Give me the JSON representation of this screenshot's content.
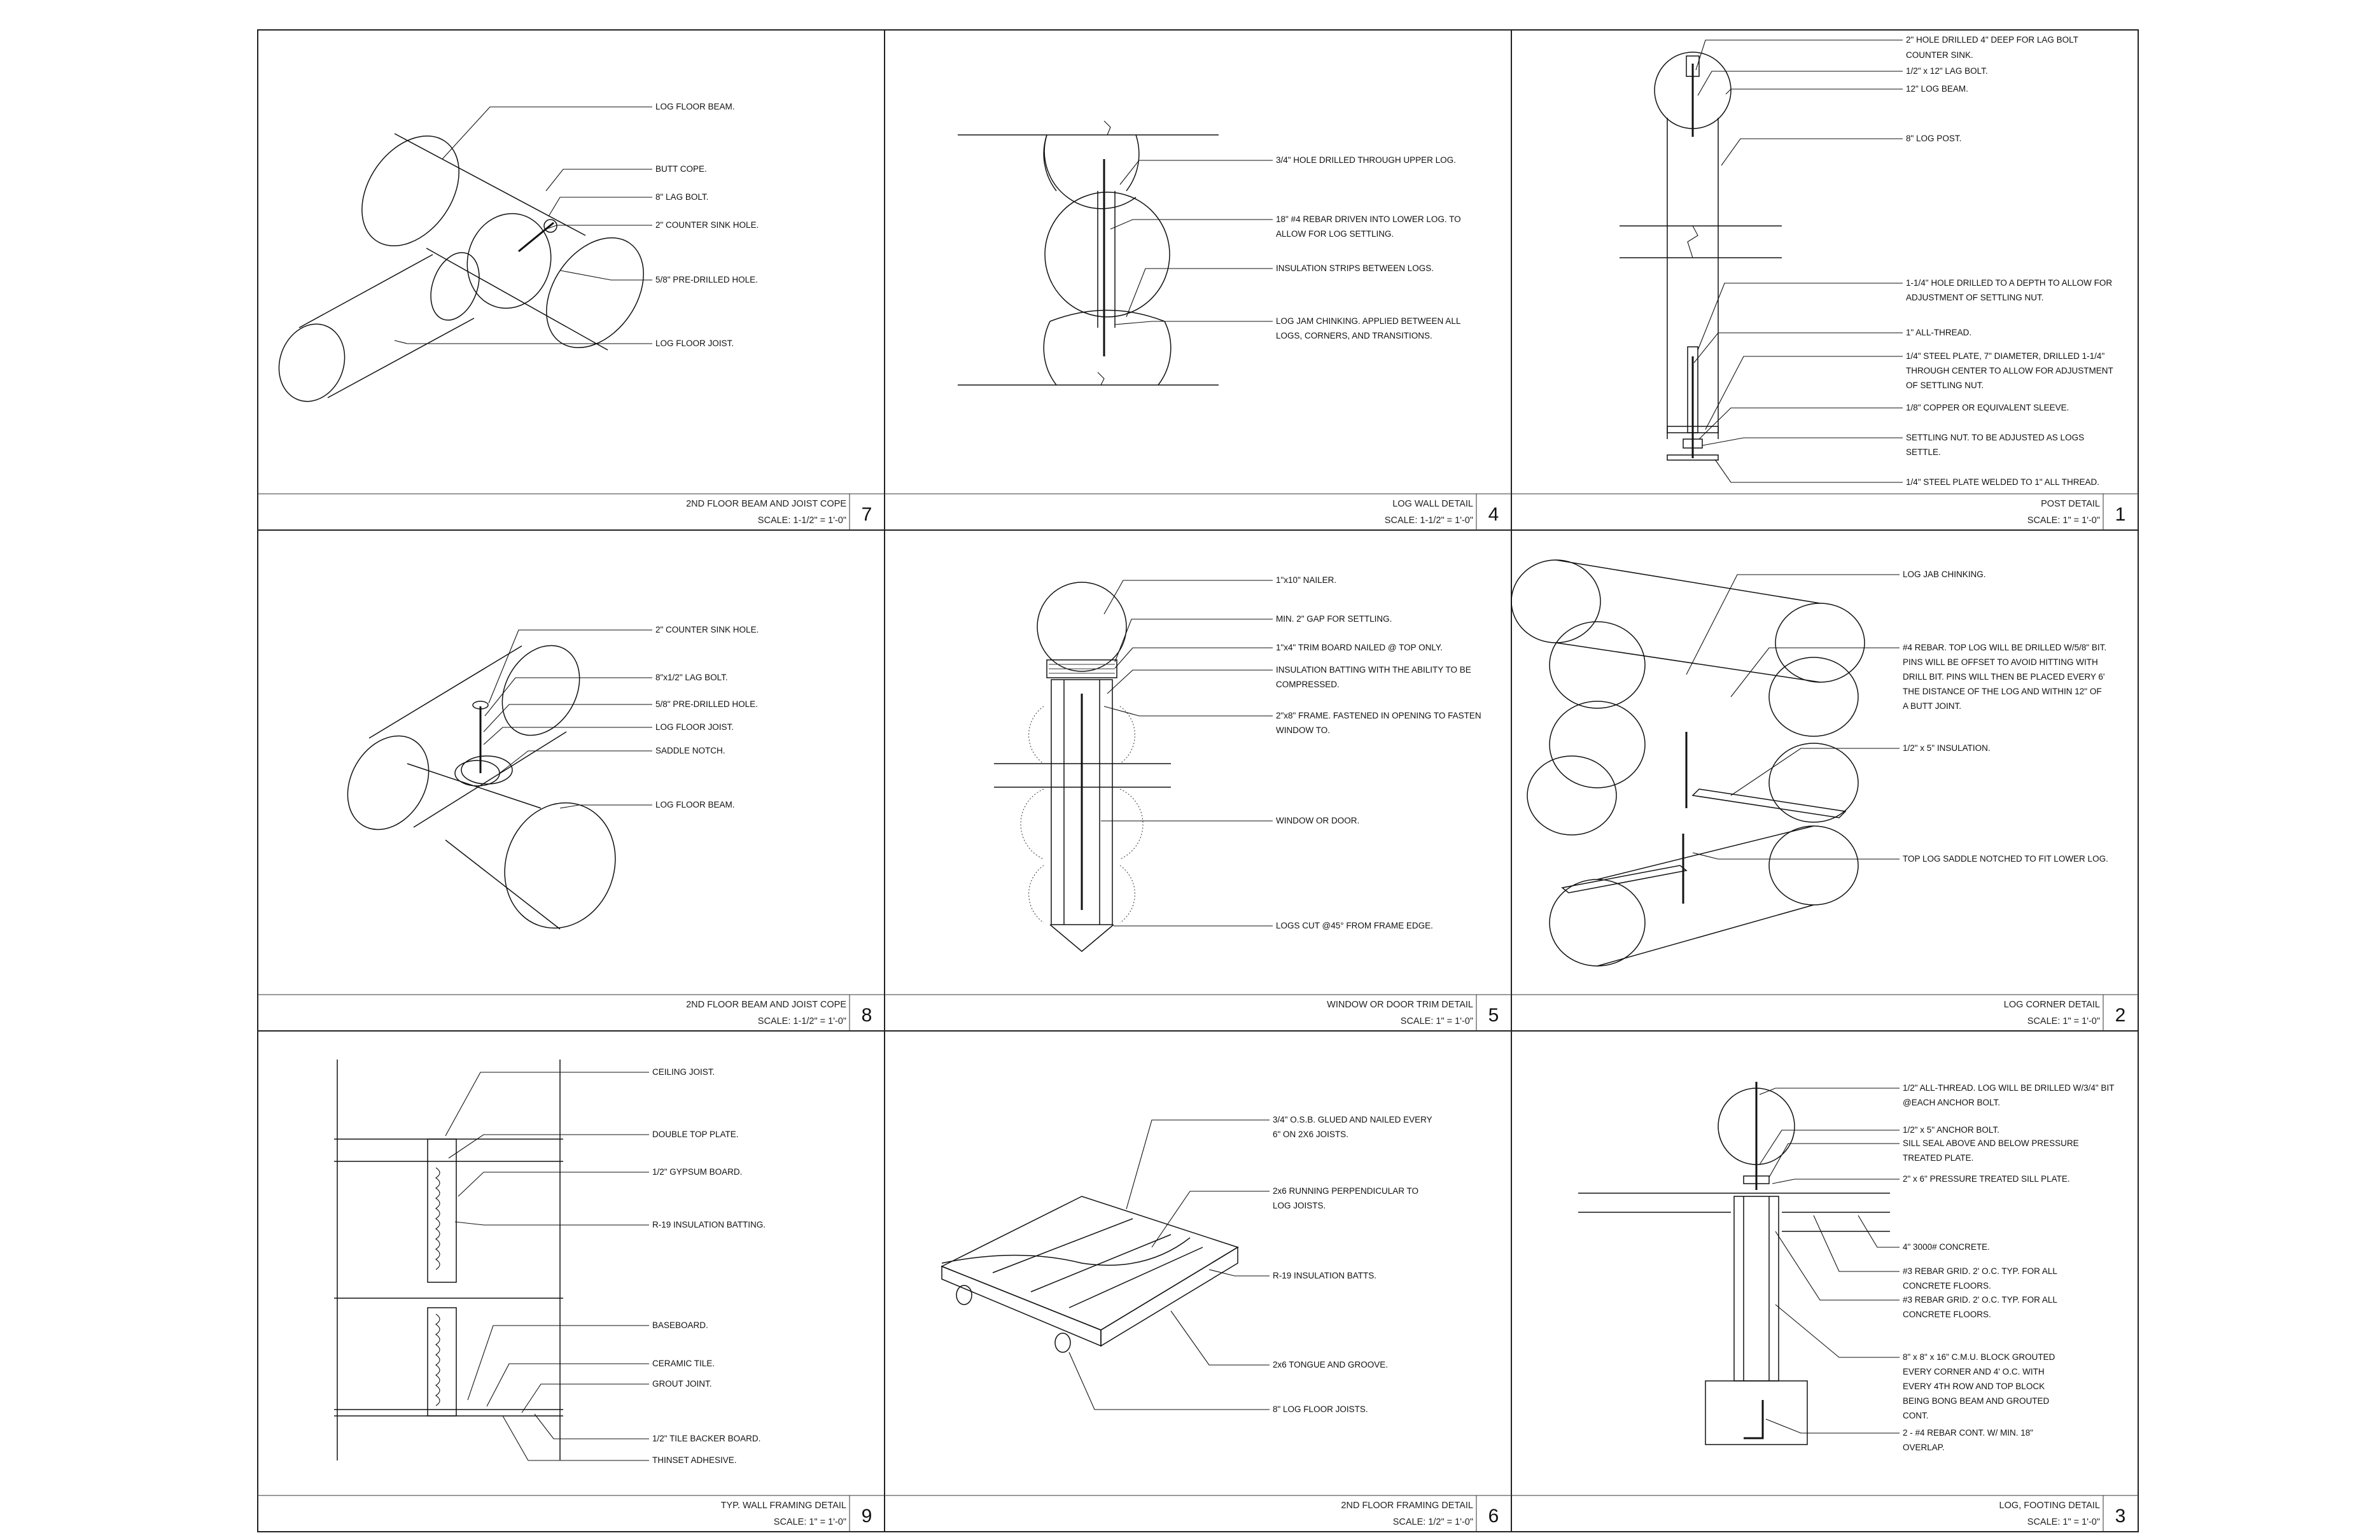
{
  "sheet": {
    "details": [
      {
        "number": "7",
        "title": "2ND FLOOR BEAM AND JOIST COPE",
        "scale": "SCALE: 1-1/2\" = 1'-0\"",
        "notes": [
          "LOG FLOOR BEAM.",
          "BUTT COPE.",
          "8\" LAG BOLT.",
          "2\" COUNTER SINK HOLE.",
          "5/8\" PRE-DRILLED HOLE.",
          "LOG FLOOR JOIST."
        ]
      },
      {
        "number": "4",
        "title": "LOG WALL DETAIL",
        "scale": "SCALE: 1-1/2\" = 1'-0\"",
        "notes": [
          "3/4\" HOLE DRILLED THROUGH UPPER LOG.",
          "18\" #4 REBAR DRIVEN INTO LOWER LOG. TO",
          "ALLOW FOR LOG SETTLING.",
          "INSULATION STRIPS BETWEEN LOGS.",
          "LOG JAM CHINKING. APPLIED BETWEEN ALL",
          "LOGS, CORNERS, AND TRANSITIONS."
        ]
      },
      {
        "number": "1",
        "title": "POST DETAIL",
        "scale": "SCALE:       1\" = 1'-0\"",
        "notes": [
          "2\" HOLE DRILLED 4\" DEEP FOR LAG BOLT",
          "COUNTER SINK.",
          "1/2\" x 12\" LAG BOLT.",
          "12\" LOG BEAM.",
          "8\" LOG POST.",
          "1-1/4\" HOLE DRILLED TO A DEPTH TO ALLOW FOR",
          "ADJUSTMENT OF SETTLING NUT.",
          "1\" ALL-THREAD.",
          "1/4\" STEEL PLATE, 7\" DIAMETER, DRILLED 1-1/4\"",
          "THROUGH CENTER TO ALLOW FOR ADJUSTMENT",
          "OF SETTLING NUT.",
          "1/8\" COPPER OR EQUIVALENT SLEEVE.",
          "SETTLING NUT. TO BE ADJUSTED AS LOGS",
          "SETTLE.",
          "1/4\" STEEL PLATE WELDED TO 1\" ALL THREAD."
        ]
      },
      {
        "number": "8",
        "title": "2ND FLOOR BEAM AND JOIST COPE",
        "scale": "SCALE: 1-1/2\" = 1'-0\"",
        "notes": [
          "2\" COUNTER SINK HOLE.",
          "8\"x1/2\" LAG BOLT.",
          "5/8\" PRE-DRILLED HOLE.",
          "LOG FLOOR JOIST.",
          "SADDLE NOTCH.",
          "LOG FLOOR BEAM."
        ]
      },
      {
        "number": "5",
        "title": "WINDOW OR DOOR TRIM DETAIL",
        "scale": "SCALE:       1\" = 1'-0\"",
        "notes": [
          "1\"x10\" NAILER.",
          "MIN. 2\" GAP FOR SETTLING.",
          "1\"x4\" TRIM BOARD NAILED @ TOP ONLY.",
          "INSULATION BATTING WITH THE ABILITY TO BE",
          "COMPRESSED.",
          "2\"x8\" FRAME. FASTENED IN OPENING TO FASTEN",
          "WINDOW TO.",
          "WINDOW OR DOOR.",
          "LOGS CUT @45° FROM FRAME EDGE."
        ]
      },
      {
        "number": "2",
        "title": "LOG CORNER DETAIL",
        "scale": "SCALE:       1\" = 1'-0\"",
        "notes": [
          "LOG JAB CHINKING.",
          "#4 REBAR. TOP LOG WILL BE DRILLED W/5/8\" BIT.",
          "PINS WILL BE OFFSET TO AVOID HITTING WITH",
          "DRILL BIT. PINS WILL THEN BE PLACED EVERY 6'",
          "THE DISTANCE OF THE LOG AND WITHIN 12\" OF",
          "A BUTT JOINT.",
          "1/2\" x 5\" INSULATION.",
          "TOP LOG SADDLE NOTCHED TO FIT LOWER LOG."
        ]
      },
      {
        "number": "9",
        "title": "TYP. WALL FRAMING DETAIL",
        "scale": "SCALE:       1\" = 1'-0\"",
        "notes": [
          "CEILING JOIST.",
          "DOUBLE TOP PLATE.",
          "1/2\" GYPSUM BOARD.",
          "R-19 INSULATION BATTING.",
          "BASEBOARD.",
          "CERAMIC TILE.",
          "GROUT JOINT.",
          "1/2\" TILE BACKER BOARD.",
          "THINSET ADHESIVE."
        ]
      },
      {
        "number": "6",
        "title": "2ND FLOOR FRAMING DETAIL",
        "scale": "SCALE:      1/2\" = 1'-0\"",
        "notes": [
          "3/4\" O.S.B. GLUED AND NAILED EVERY",
          "6\" ON 2X6 JOISTS.",
          "2x6 RUNNING PERPENDICULAR TO",
          "LOG JOISTS.",
          "R-19 INSULATION BATTS.",
          "2x6 TONGUE AND GROOVE.",
          "8\" LOG FLOOR JOISTS."
        ]
      },
      {
        "number": "3",
        "title": "LOG, FOOTING DETAIL",
        "scale": "SCALE:       1\" = 1'-0\"",
        "notes": [
          "1/2\" ALL-THREAD. LOG WILL BE DRILLED W/3/4\" BIT",
          "@EACH ANCHOR BOLT.",
          "1/2\" x 5\" ANCHOR BOLT.",
          "SILL SEAL ABOVE AND BELOW PRESSURE",
          "TREATED PLATE.",
          "2\" x 6\" PRESSURE TREATED SILL PLATE.",
          "4\" 3000# CONCRETE.",
          "#3 REBAR GRID. 2' O.C. TYP. FOR ALL",
          "CONCRETE FLOORS.",
          "#3 REBAR GRID. 2' O.C. TYP. FOR ALL",
          "CONCRETE FLOORS.",
          "8\" x 8\" x 16\" C.M.U. BLOCK GROUTED",
          "EVERY CORNER AND 4' O.C. WITH",
          "EVERY 4TH ROW AND TOP BLOCK",
          "BEING BONG BEAM AND GROUTED",
          "CONT.",
          "2 - #4 REBAR CONT. W/ MIN. 18\"",
          "OVERLAP."
        ]
      }
    ]
  }
}
